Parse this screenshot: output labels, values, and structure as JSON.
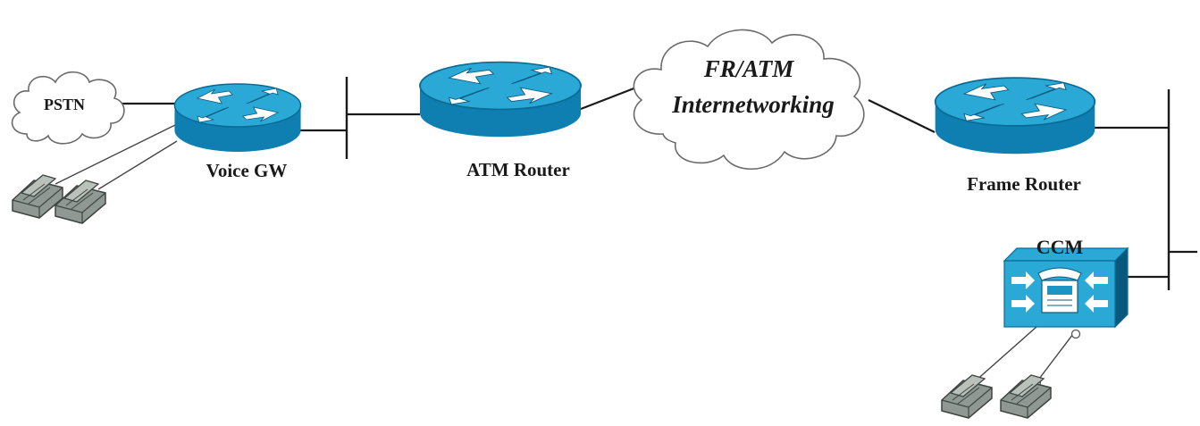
{
  "colors": {
    "router_top": "#2aa9d6",
    "router_side": "#0e7fb0",
    "router_dark": "#08577c",
    "cloud_outline": "#6b6b6b",
    "phone": "#8f9892",
    "line": "#1a1a1a"
  },
  "clouds": {
    "pstn": {
      "label": "PSTN"
    },
    "fr_atm": {
      "line1": "FR/ATM",
      "line2": "Internetworking"
    }
  },
  "devices": {
    "voice_gw": {
      "label": "Voice GW",
      "icon": "router-icon"
    },
    "atm_router": {
      "label": "ATM Router",
      "icon": "router-icon"
    },
    "frame_router": {
      "label": "Frame Router",
      "icon": "router-icon"
    },
    "ccm": {
      "label": "CCM",
      "icon": "callmanager-server-icon"
    }
  },
  "phones": [
    {
      "icon": "ip-phone-icon",
      "attached_to": "Voice GW"
    },
    {
      "icon": "ip-phone-icon",
      "attached_to": "Voice GW"
    },
    {
      "icon": "ip-phone-icon",
      "attached_to": "CCM"
    },
    {
      "icon": "ip-phone-icon",
      "attached_to": "CCM"
    }
  ]
}
